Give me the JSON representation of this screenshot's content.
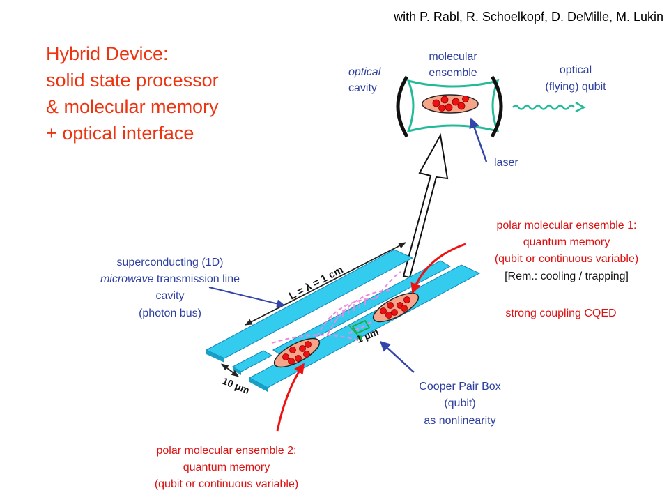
{
  "credits": "with P. Rabl, R. Schoelkopf, D. DeMille, M. Lukin",
  "title_lines": [
    "Hybrid Device:",
    "solid state processor",
    "& molecular memory",
    "+ optical interface"
  ],
  "optical_cavity": {
    "line1": "optical",
    "line2": "cavity"
  },
  "molecular_ensemble": {
    "line1": "molecular",
    "line2": "ensemble"
  },
  "flying_qubit": {
    "line1": "optical",
    "line2": "(flying) qubit"
  },
  "laser": "laser",
  "ensemble1": {
    "line1": "polar molecular ensemble 1:",
    "line2": "quantum memory",
    "line3": "(qubit or continuous variable)",
    "remark": "[Rem.: cooling / trapping]",
    "coupling": "strong coupling CQED"
  },
  "transmission_line": {
    "line1": "superconducting (1D)",
    "line2_italic": "microwave",
    "line2_rest": " transmission line",
    "line3": "cavity",
    "line4": "(photon bus)"
  },
  "length_label": "L = λ = 1 cm",
  "gap_label": "1 μm",
  "width_label": "10 μm",
  "cooper_pair_box": {
    "line1": "Cooper Pair Box",
    "line2": "(qubit)",
    "line3": "as nonlinearity"
  },
  "ensemble2": {
    "line1": "polar molecular ensemble 2:",
    "line2": "quantum memory",
    "line3": "(qubit or continuous variable)"
  },
  "colors": {
    "title": "#ee3311",
    "blue_label": "#2c3fa0",
    "red_label": "#dd1111",
    "strip": "#33ccee",
    "strip_edge": "#1188bb",
    "cavity_mirror": "#22bb99",
    "ensemble_fill": "#f4a58a",
    "dot": "#ee1111",
    "arrow_red": "#ee1111",
    "arrow_blue": "#3344aa",
    "field": "#ee88dd"
  }
}
